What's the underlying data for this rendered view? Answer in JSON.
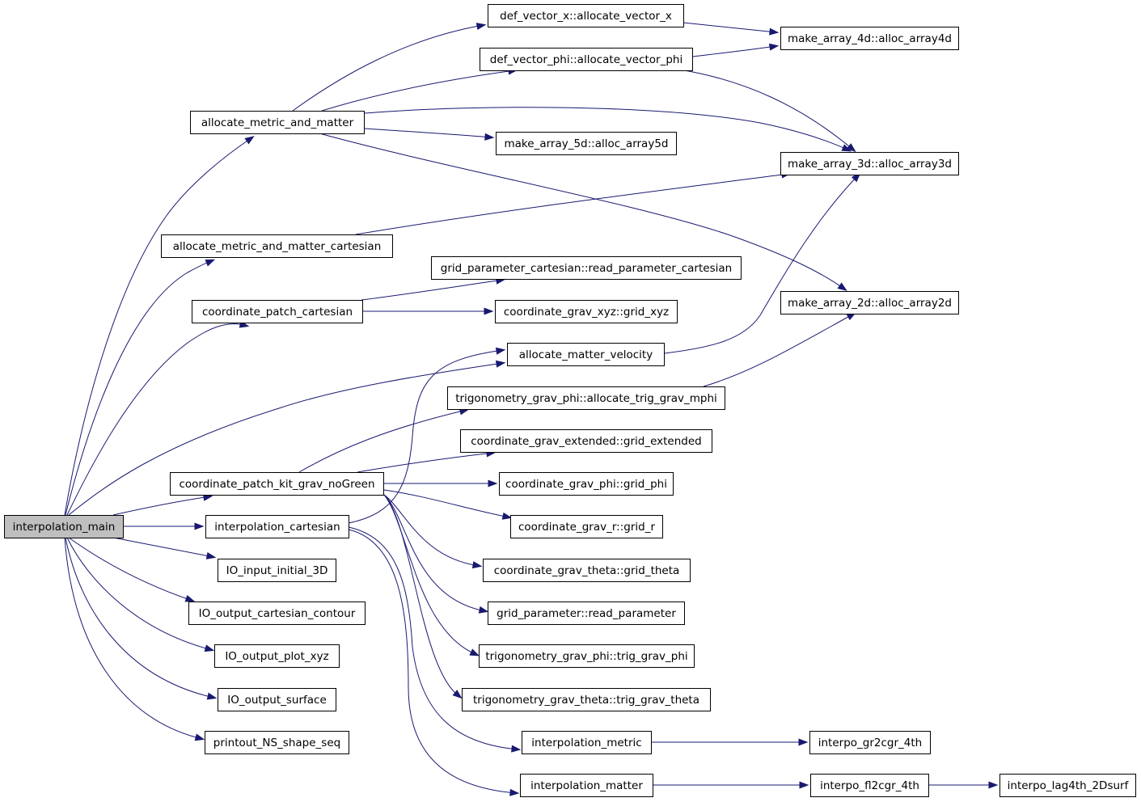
{
  "colors": {
    "edge": "#191970",
    "root_fill": "#bfbfbf",
    "node_fill": "#ffffff",
    "node_border": "#000000"
  },
  "nodes": [
    {
      "id": "interpolation_main",
      "label": "interpolation_main",
      "root": true
    },
    {
      "id": "allocate_metric_and_matter",
      "label": "allocate_metric_and_matter"
    },
    {
      "id": "allocate_metric_and_matter_cartesian",
      "label": "allocate_metric_and_matter_cartesian"
    },
    {
      "id": "coordinate_patch_cartesian",
      "label": "coordinate_patch_cartesian"
    },
    {
      "id": "allocate_matter_velocity",
      "label": "allocate_matter_velocity"
    },
    {
      "id": "coordinate_patch_kit_grav_noGreen",
      "label": "coordinate_patch_kit_grav_noGreen"
    },
    {
      "id": "interpolation_cartesian",
      "label": "interpolation_cartesian"
    },
    {
      "id": "IO_input_initial_3D",
      "label": "IO_input_initial_3D"
    },
    {
      "id": "IO_output_cartesian_contour",
      "label": "IO_output_cartesian_contour"
    },
    {
      "id": "IO_output_plot_xyz",
      "label": "IO_output_plot_xyz"
    },
    {
      "id": "IO_output_surface",
      "label": "IO_output_surface"
    },
    {
      "id": "printout_NS_shape_seq",
      "label": "printout_NS_shape_seq"
    },
    {
      "id": "def_vector_x",
      "label": "def_vector_x::allocate_vector_x"
    },
    {
      "id": "def_vector_phi",
      "label": "def_vector_phi::allocate_vector_phi"
    },
    {
      "id": "make_array_5d",
      "label": "make_array_5d::alloc_array5d"
    },
    {
      "id": "make_array_4d",
      "label": "make_array_4d::alloc_array4d"
    },
    {
      "id": "make_array_3d",
      "label": "make_array_3d::alloc_array3d"
    },
    {
      "id": "make_array_2d",
      "label": "make_array_2d::alloc_array2d"
    },
    {
      "id": "grid_parameter_cartesian",
      "label": "grid_parameter_cartesian::read_parameter_cartesian"
    },
    {
      "id": "coordinate_grav_xyz",
      "label": "coordinate_grav_xyz::grid_xyz"
    },
    {
      "id": "trig_grav_mphi",
      "label": "trigonometry_grav_phi::allocate_trig_grav_mphi"
    },
    {
      "id": "grid_extended",
      "label": "coordinate_grav_extended::grid_extended"
    },
    {
      "id": "grid_phi",
      "label": "coordinate_grav_phi::grid_phi"
    },
    {
      "id": "grid_r",
      "label": "coordinate_grav_r::grid_r"
    },
    {
      "id": "grid_theta",
      "label": "coordinate_grav_theta::grid_theta"
    },
    {
      "id": "read_parameter",
      "label": "grid_parameter::read_parameter"
    },
    {
      "id": "trig_grav_phi",
      "label": "trigonometry_grav_phi::trig_grav_phi"
    },
    {
      "id": "trig_grav_theta",
      "label": "trigonometry_grav_theta::trig_grav_theta"
    },
    {
      "id": "interpolation_metric",
      "label": "interpolation_metric"
    },
    {
      "id": "interpolation_matter",
      "label": "interpolation_matter"
    },
    {
      "id": "interpo_gr2cgr_4th",
      "label": "interpo_gr2cgr_4th"
    },
    {
      "id": "interpo_fl2cgr_4th",
      "label": "interpo_fl2cgr_4th"
    },
    {
      "id": "interpo_lag4th_2Dsurf",
      "label": "interpo_lag4th_2Dsurf"
    }
  ],
  "edges": [
    [
      "interpolation_main",
      "allocate_metric_and_matter"
    ],
    [
      "interpolation_main",
      "allocate_metric_and_matter_cartesian"
    ],
    [
      "interpolation_main",
      "coordinate_patch_cartesian"
    ],
    [
      "interpolation_main",
      "allocate_matter_velocity"
    ],
    [
      "interpolation_main",
      "coordinate_patch_kit_grav_noGreen"
    ],
    [
      "interpolation_main",
      "interpolation_cartesian"
    ],
    [
      "interpolation_main",
      "IO_input_initial_3D"
    ],
    [
      "interpolation_main",
      "IO_output_cartesian_contour"
    ],
    [
      "interpolation_main",
      "IO_output_plot_xyz"
    ],
    [
      "interpolation_main",
      "IO_output_surface"
    ],
    [
      "interpolation_main",
      "printout_NS_shape_seq"
    ],
    [
      "allocate_metric_and_matter",
      "def_vector_x"
    ],
    [
      "allocate_metric_and_matter",
      "def_vector_phi"
    ],
    [
      "allocate_metric_and_matter",
      "make_array_3d"
    ],
    [
      "allocate_metric_and_matter",
      "make_array_5d"
    ],
    [
      "allocate_metric_and_matter",
      "make_array_2d"
    ],
    [
      "def_vector_x",
      "make_array_4d"
    ],
    [
      "def_vector_phi",
      "make_array_4d"
    ],
    [
      "def_vector_phi",
      "make_array_3d"
    ],
    [
      "allocate_metric_and_matter_cartesian",
      "make_array_3d"
    ],
    [
      "coordinate_patch_cartesian",
      "grid_parameter_cartesian"
    ],
    [
      "coordinate_patch_cartesian",
      "coordinate_grav_xyz"
    ],
    [
      "allocate_matter_velocity",
      "make_array_3d"
    ],
    [
      "trig_grav_mphi",
      "make_array_2d"
    ],
    [
      "coordinate_patch_kit_grav_noGreen",
      "trig_grav_mphi"
    ],
    [
      "coordinate_patch_kit_grav_noGreen",
      "grid_extended"
    ],
    [
      "coordinate_patch_kit_grav_noGreen",
      "grid_phi"
    ],
    [
      "coordinate_patch_kit_grav_noGreen",
      "grid_r"
    ],
    [
      "coordinate_patch_kit_grav_noGreen",
      "grid_theta"
    ],
    [
      "coordinate_patch_kit_grav_noGreen",
      "read_parameter"
    ],
    [
      "coordinate_patch_kit_grav_noGreen",
      "trig_grav_phi"
    ],
    [
      "coordinate_patch_kit_grav_noGreen",
      "trig_grav_theta"
    ],
    [
      "interpolation_cartesian",
      "allocate_matter_velocity"
    ],
    [
      "interpolation_cartesian",
      "interpolation_metric"
    ],
    [
      "interpolation_cartesian",
      "interpolation_matter"
    ],
    [
      "interpolation_metric",
      "interpo_gr2cgr_4th"
    ],
    [
      "interpolation_matter",
      "interpo_fl2cgr_4th"
    ],
    [
      "interpo_fl2cgr_4th",
      "interpo_lag4th_2Dsurf"
    ]
  ]
}
